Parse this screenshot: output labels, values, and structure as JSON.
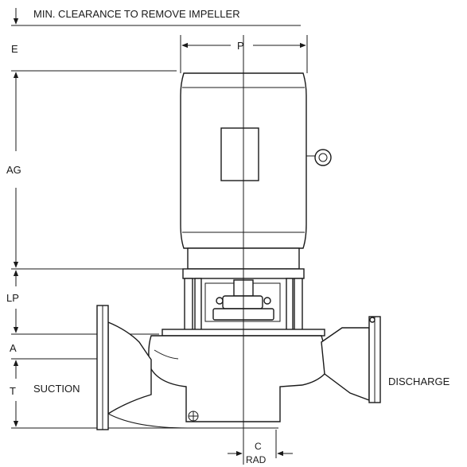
{
  "labels": {
    "clearance": "MIN. CLEARANCE TO REMOVE IMPELLER",
    "e": "E",
    "p": "P",
    "ag": "AG",
    "lp": "LP",
    "a": "A",
    "t": "T",
    "suction": "SUCTION",
    "discharge": "DISCHARGE",
    "c": "C",
    "rad": "RAD"
  }
}
